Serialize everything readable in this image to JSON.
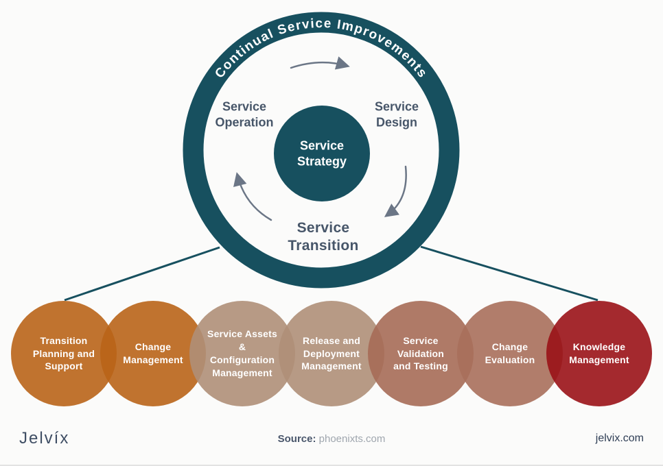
{
  "diagram": {
    "ring_title": "Continual Service Improvements",
    "core_label": "Service\nStrategy",
    "left_label": "Service\nOperation",
    "right_label": "Service\nDesign",
    "bottom_label": "Service\nTransition",
    "ring_color": "#17505f",
    "arrow_color": "#6b7686",
    "label_color": "#475669"
  },
  "transition_processes": [
    {
      "label": "Transition\nPlanning and\nSupport",
      "color": "#B96418E6"
    },
    {
      "label": "Change\nManagement",
      "color": "#B96418E6"
    },
    {
      "label": "Service Assets\n&\nConfiguration\nManagement",
      "color": "#AF8F78E6"
    },
    {
      "label": "Release and\nDeployment\nManagement",
      "color": "#AF8F78E6"
    },
    {
      "label": "Service\nValidation\nand Testing",
      "color": "#A66B56E6"
    },
    {
      "label": "Change\nEvaluation",
      "color": "#A96F5BE6"
    },
    {
      "label": "Knowledge\nManagement",
      "color": "#9A1217E6"
    }
  ],
  "footer": {
    "logo": "Jelvíx",
    "source_label": "Source:",
    "source_value": "phoenixts.com",
    "site": "jelvix.com"
  }
}
